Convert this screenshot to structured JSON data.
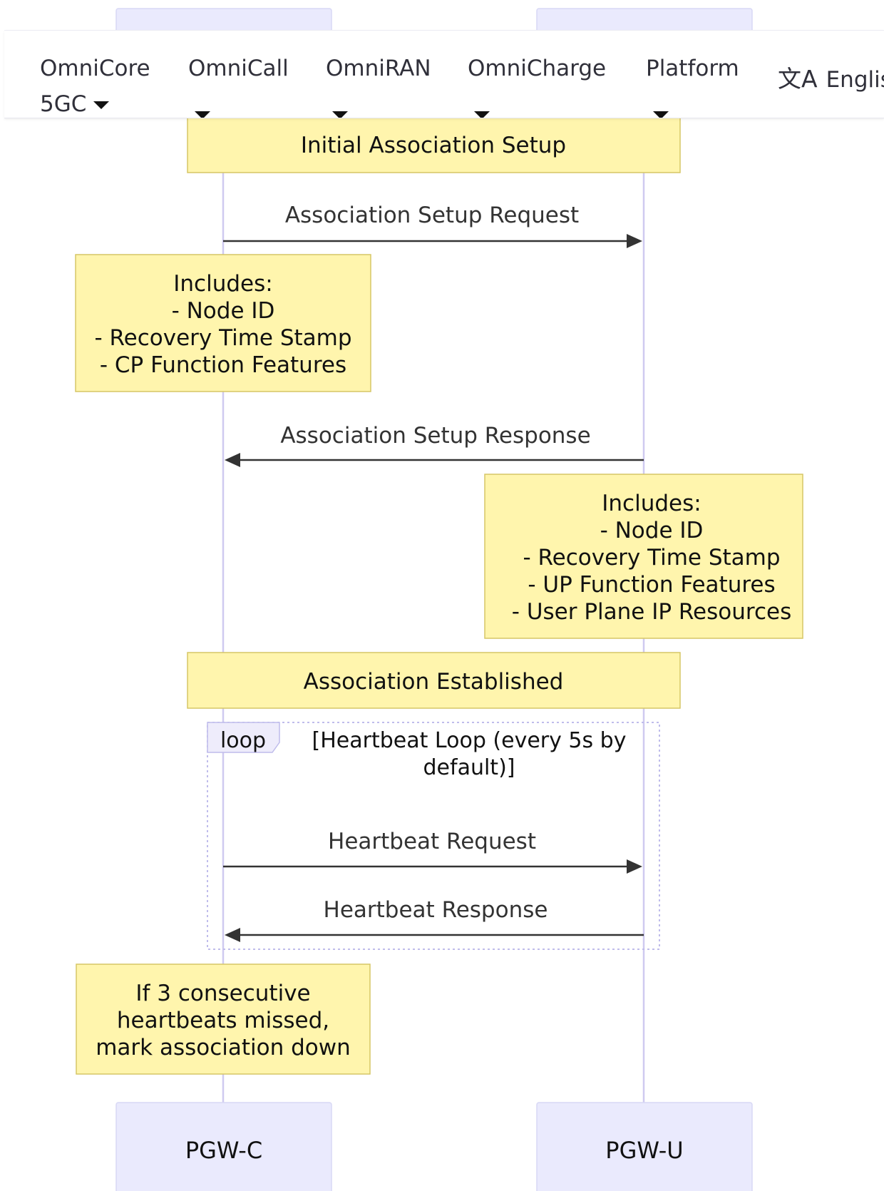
{
  "nav": {
    "items": [
      {
        "label_line1": "OmniCore",
        "label_line2": "5GC"
      },
      {
        "label_line1": "OmniCall",
        "label_line2": ""
      },
      {
        "label_line1": "OmniRAN",
        "label_line2": ""
      },
      {
        "label_line1": "OmniCharge",
        "label_line2": ""
      },
      {
        "label_line1": "Platform",
        "label_line2": ""
      }
    ],
    "language": {
      "icon": "translate-icon",
      "label": "Englis"
    }
  },
  "diagram": {
    "actors": [
      {
        "name": "PGW-C"
      },
      {
        "name": "PGW-U"
      }
    ],
    "notes": {
      "setup_title": "Initial Association Setup",
      "request_includes": [
        "Includes:",
        "- Node ID",
        "- Recovery Time Stamp",
        "- CP Function Features"
      ],
      "response_includes": [
        "Includes:",
        "- Node ID",
        "- Recovery Time Stamp",
        "- UP Function Features",
        "- User Plane IP Resources"
      ],
      "established": "Association Established",
      "heartbeat_failure": [
        "If 3 consecutive",
        "heartbeats missed,",
        "mark association down"
      ]
    },
    "messages": {
      "setup_request": "Association Setup Request",
      "setup_response": "Association Setup Response",
      "heartbeat_request": "Heartbeat Request",
      "heartbeat_response": "Heartbeat Response"
    },
    "loop": {
      "label": "loop",
      "condition_line1": "[Heartbeat Loop (every 5s by",
      "condition_line2": "default)]"
    }
  },
  "colors": {
    "actor_fill": "#eaeafd",
    "note_fill": "#fff5ad",
    "lifeline": "#cfcaf0",
    "arrow": "#333333"
  }
}
